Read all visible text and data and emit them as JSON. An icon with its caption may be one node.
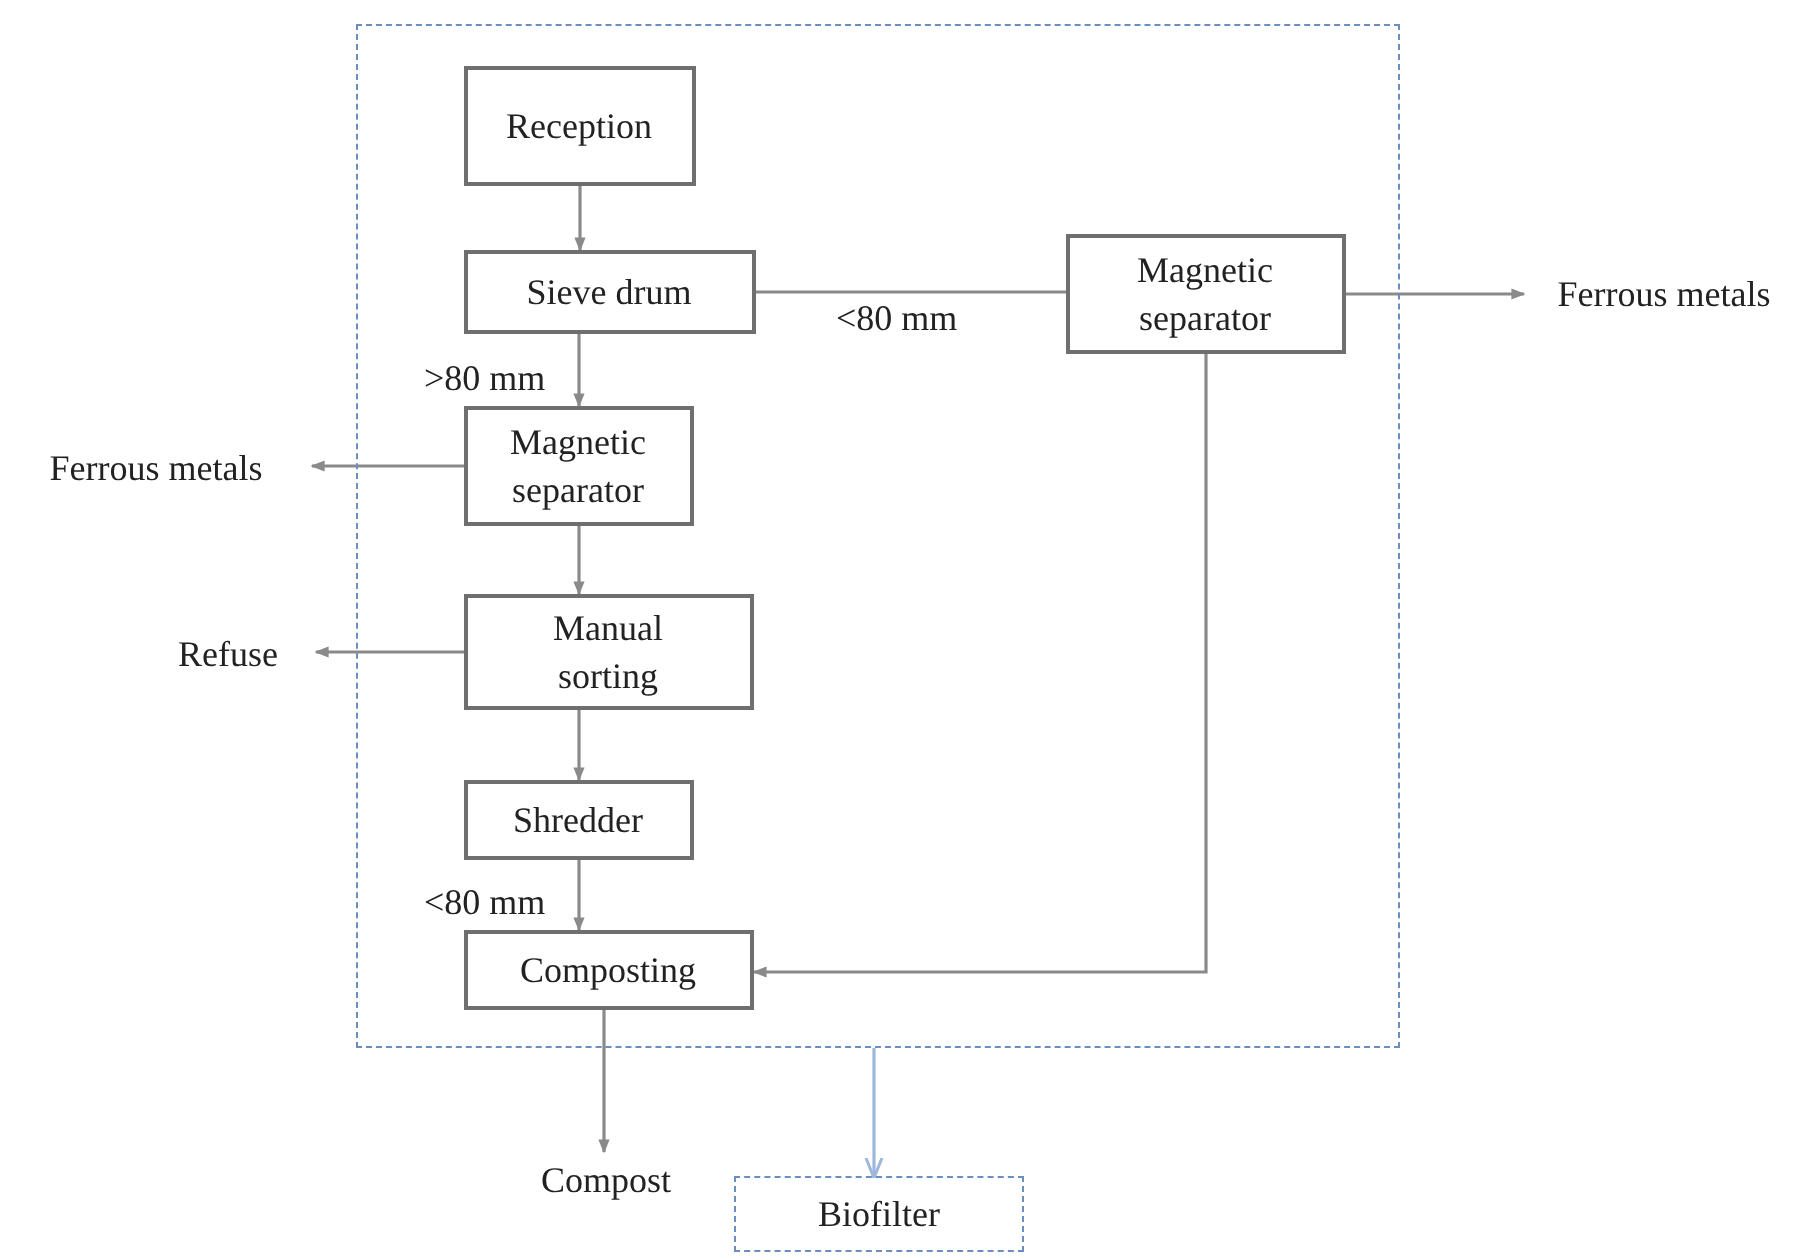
{
  "diagram": {
    "nodes": [
      {
        "text": [],
        "shape": "box"
      },
      {
        "text": [
          "Reception"
        ],
        "in": 0
      },
      {
        "text": [
          "Sieve drum"
        ],
        "in": 0
      },
      {
        "text": [
          "Magnetic separator"
        ],
        "in": 0
      },
      {
        "text": [
          "Manual sorting"
        ],
        "in": 0
      },
      {
        "text": [
          "Shredder"
        ],
        "in": 0
      },
      {
        "text": [
          "Composting"
        ],
        "in": 0
      },
      {
        "text": [
          "Magnetic separator"
        ],
        "in": 0
      },
      {
        "text": [
          "Ferrous metals"
        ]
      },
      {
        "text": [
          "Ferrous metals"
        ]
      },
      {
        "text": [
          "Refuse"
        ]
      },
      {
        "text": [
          "Compost"
        ]
      },
      {
        "text": [
          "Biofilter"
        ]
      }
    ],
    "edges": [
      {
        "from": 1,
        "to": 2,
        "arrow": "to"
      },
      {
        "from": 2,
        "to": 3,
        "arrow": "to",
        "label": ">80 mm"
      },
      {
        "from": 2,
        "to": 7,
        "arrow": "none",
        "label": "<80 mm"
      },
      {
        "from": 3,
        "to": 4,
        "arrow": "to"
      },
      {
        "from": 4,
        "to": 5,
        "arrow": "to"
      },
      {
        "from": 5,
        "to": 6,
        "arrow": "to",
        "label": "<80 mm"
      },
      {
        "from": 7,
        "to": 6,
        "arrow": "to"
      },
      {
        "from": 7,
        "to": 8,
        "arrow": "to"
      },
      {
        "from": 3,
        "to": 9,
        "arrow": "to"
      },
      {
        "from": 4,
        "to": 10,
        "arrow": "to"
      },
      {
        "from": 6,
        "to": 11,
        "arrow": "to"
      },
      {
        "from": 0,
        "to": 12,
        "arrow": "to",
        "color": "#9db8dc"
      }
    ]
  }
}
